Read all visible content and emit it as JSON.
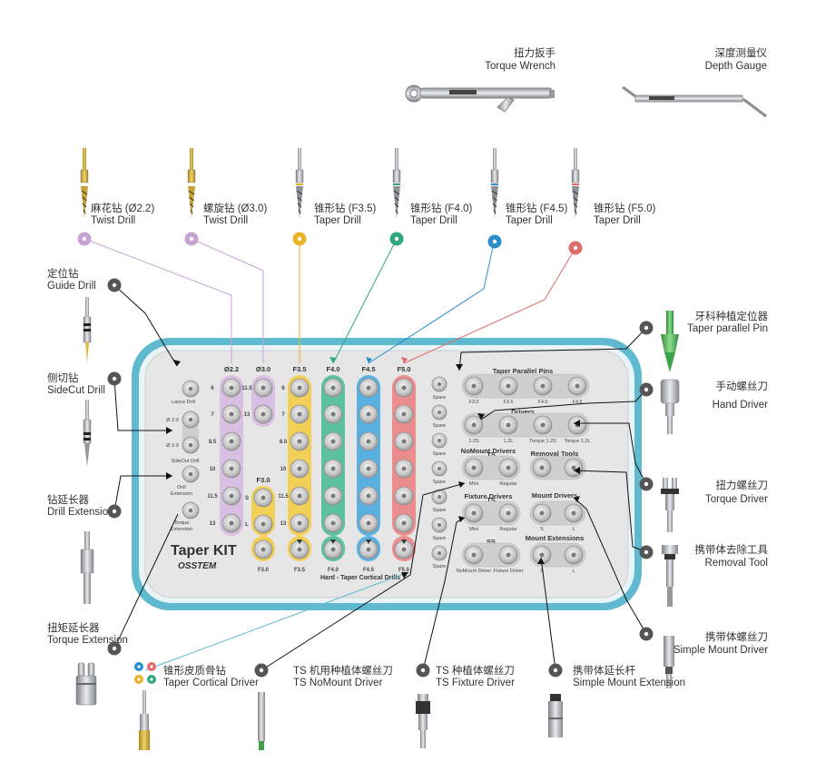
{
  "top_tools": [
    {
      "cn": "扭力扳手",
      "en": "Torque Wrench"
    },
    {
      "cn": "深度测量仪",
      "en": "Depth Gauge"
    }
  ],
  "drills": [
    {
      "cn": "麻花钻 (Ø2.2)",
      "en": "Twist Drill",
      "color": "#c5a3d1"
    },
    {
      "cn": "螺旋钻 (Ø3.0)",
      "en": "Twist Drill",
      "color": "#c5a3d1"
    },
    {
      "cn": "锥形钻 (F3.5)",
      "en": "Taper Drill",
      "color": "#e8b324"
    },
    {
      "cn": "锥形钻 (F4.0)",
      "en": "Taper Drill",
      "color": "#2fa882"
    },
    {
      "cn": "锥形钻 (F4.5)",
      "en": "Taper Drill",
      "color": "#2a8fc9"
    },
    {
      "cn": "锥形钻 (F5.0)",
      "en": "Taper Drill",
      "color": "#e06b6b"
    }
  ],
  "left_tools": [
    {
      "cn": "定位钻",
      "en": "Guide Drill"
    },
    {
      "cn": "侧切钻",
      "en": "SideCut Drill"
    },
    {
      "cn": "钻延长器",
      "en": "Drill Extension"
    },
    {
      "cn": "扭矩延长器",
      "en": "Torque Extension"
    }
  ],
  "right_tools": [
    {
      "cn": "牙科种植定位器",
      "en": "Taper parallel Pin"
    },
    {
      "cn": "手动螺丝刀",
      "en": "Hand Driver"
    },
    {
      "cn": "扭力螺丝刀",
      "en": "Torque Driver"
    },
    {
      "cn": "携带体去除工具",
      "en": "Removal Tool"
    },
    {
      "cn": "携带体螺丝刀",
      "en": "Simple Mount Driver"
    }
  ],
  "bottom_tools": [
    {
      "cn": "锥形皮质骨钻",
      "en": "Taper Cortical Driver"
    },
    {
      "cn": "TS 机用种植体螺丝刀",
      "en": "TS NoMount Driver"
    },
    {
      "cn": "TS 种植体螺丝刀",
      "en": "TS Fixture Driver"
    },
    {
      "cn": "携带体延长杆",
      "en": "Simple Mount Extension"
    }
  ],
  "tray": {
    "brand": "Taper KIT",
    "maker": "OSSTEM",
    "bottom_caption": "Hard - Taper Cortical Drills",
    "col_headers": [
      "Ø2.2",
      "Ø3.0",
      "F3.5",
      "F4.0",
      "F4.5",
      "F5.0"
    ],
    "depths": [
      "6",
      "7",
      "8.5",
      "10",
      "11.5",
      "13"
    ],
    "d30_depths": [
      "11.5",
      "13"
    ],
    "spare_label": "Spare",
    "lance_label": "Lance Drill",
    "sideout_label": "SideOut Drill",
    "sideout_sizes": [
      "Ø 2.0",
      "Ø 3.0"
    ],
    "drill_ext_label": "Drill Extension",
    "torque_ext_label": "Torque Extension",
    "f30_label": "F3.0",
    "f30_sizes": [
      "S",
      "L"
    ],
    "cortical_labels": [
      "F3.0",
      "F3.5",
      "F4.0",
      "F4.5",
      "F5.0"
    ],
    "parallel_pins": {
      "title": "Taper Parallel Pins",
      "items": [
        "F3.0",
        "F3.5",
        "F4.0",
        "F4.5"
      ]
    },
    "drivers": {
      "title": "Drivers",
      "items": [
        "1.2S",
        "1.2L",
        "Torque 1.2S",
        "Torque 1.2L"
      ]
    },
    "nomount": {
      "title": "NoMount Drivers",
      "tag": "TS",
      "items": [
        "Mini",
        "Regular"
      ]
    },
    "removal": {
      "title": "Removal Tools",
      "items": [
        "",
        ""
      ]
    },
    "fixture": {
      "title": "Fixture Drivers",
      "tag": "TS",
      "items": [
        "Mini",
        "Regular"
      ]
    },
    "mount_drivers": {
      "title": "Mount Drivers",
      "items": [
        "S",
        "L"
      ]
    },
    "ss": {
      "tag": "SS",
      "items": [
        "NoMount Driver",
        "Fixture Driver"
      ]
    },
    "mount_ext": {
      "title": "Mount Extensions",
      "items": [
        "S",
        "L"
      ]
    }
  }
}
